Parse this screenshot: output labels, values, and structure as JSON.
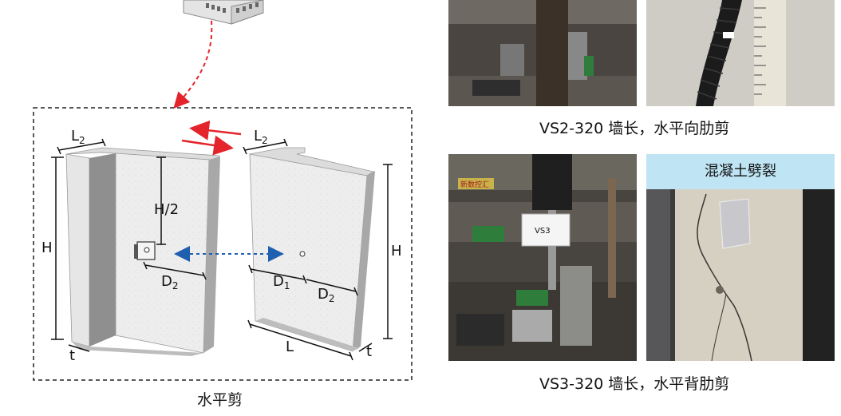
{
  "diagram": {
    "dims": {
      "L2_left": "L",
      "L2_left_sub": "2",
      "L2_right": "L",
      "L2_right_sub": "2",
      "H_left": "H",
      "H_right": "H",
      "H_half": "H/2",
      "D2_left": "D",
      "D2_left_sub": "2",
      "D1": "D",
      "D1_sub": "1",
      "D2_right": "D",
      "D2_right_sub": "2",
      "L": "L",
      "t_left": "t",
      "t_right": "t"
    },
    "caption": "水平剪"
  },
  "photos": {
    "vs2_caption": "VS2-320 墙长，水平向肋剪",
    "vs3_caption": "VS3-320 墙长，水平背肋剪",
    "vs3_sign": "VS3",
    "banner_text": "混凝土劈裂",
    "lab_sign": "新数控汇"
  },
  "colors": {
    "arrow_red": "#e3242b",
    "arrow_blue": "#1f5fb0",
    "label_bar": "#bfe4f4"
  }
}
